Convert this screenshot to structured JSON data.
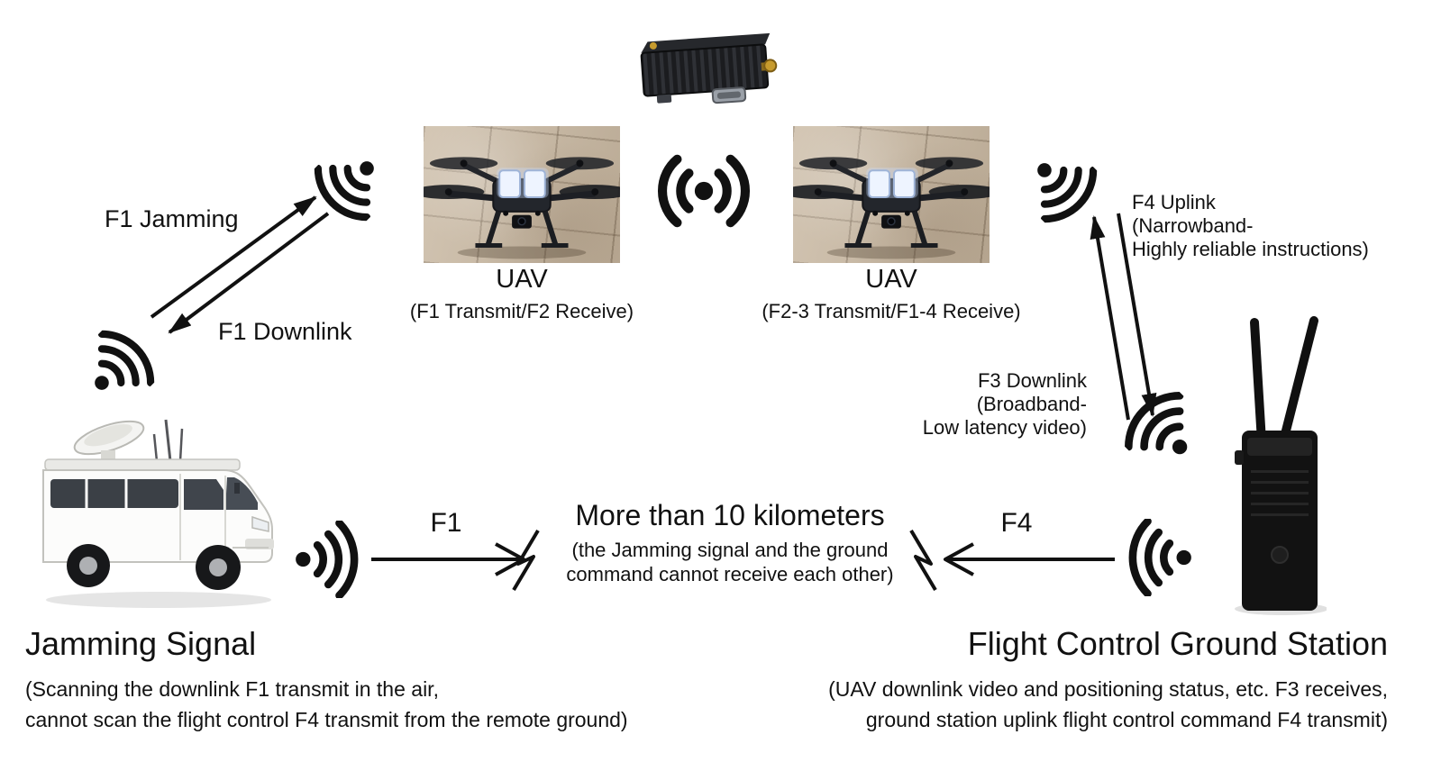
{
  "colors": {
    "ink": "#111111",
    "background": "#ffffff"
  },
  "icons": {
    "wifi": "wifi-signal-icon",
    "relay": "broadcast-relay-icon",
    "blocked": "signal-break-icon"
  },
  "uav_left": {
    "title": "UAV",
    "subtitle": "(F1 Transmit/F2 Receive)"
  },
  "uav_right": {
    "title": "UAV",
    "subtitle": "(F2-3 Transmit/F1-4 Receive)"
  },
  "jammer": {
    "title": "Jamming Signal",
    "desc1": "(Scanning the downlink F1 transmit in the air,",
    "desc2": "cannot scan the flight control F4 transmit from the remote ground)"
  },
  "ground_station": {
    "title": "Flight Control Ground Station",
    "desc1": "(UAV downlink video and positioning status, etc. F3 receives,",
    "desc2": "ground station uplink flight control command F4 transmit)"
  },
  "links": {
    "f1_jamming": "F1 Jamming",
    "f1_downlink": "F1 Downlink",
    "f4_uplink": "F4 Uplink",
    "f4_uplink_sub1": "(Narrowband-",
    "f4_uplink_sub2": "Highly reliable instructions)",
    "f3_downlink": "F3 Downlink",
    "f3_downlink_sub1": "(Broadband-",
    "f3_downlink_sub2": "Low latency video)",
    "f1_blocked": "F1",
    "f4_blocked": "F4"
  },
  "distance": {
    "title": "More than 10 kilometers",
    "sub1": "(the Jamming signal and the ground",
    "sub2": "command cannot receive each other)"
  }
}
